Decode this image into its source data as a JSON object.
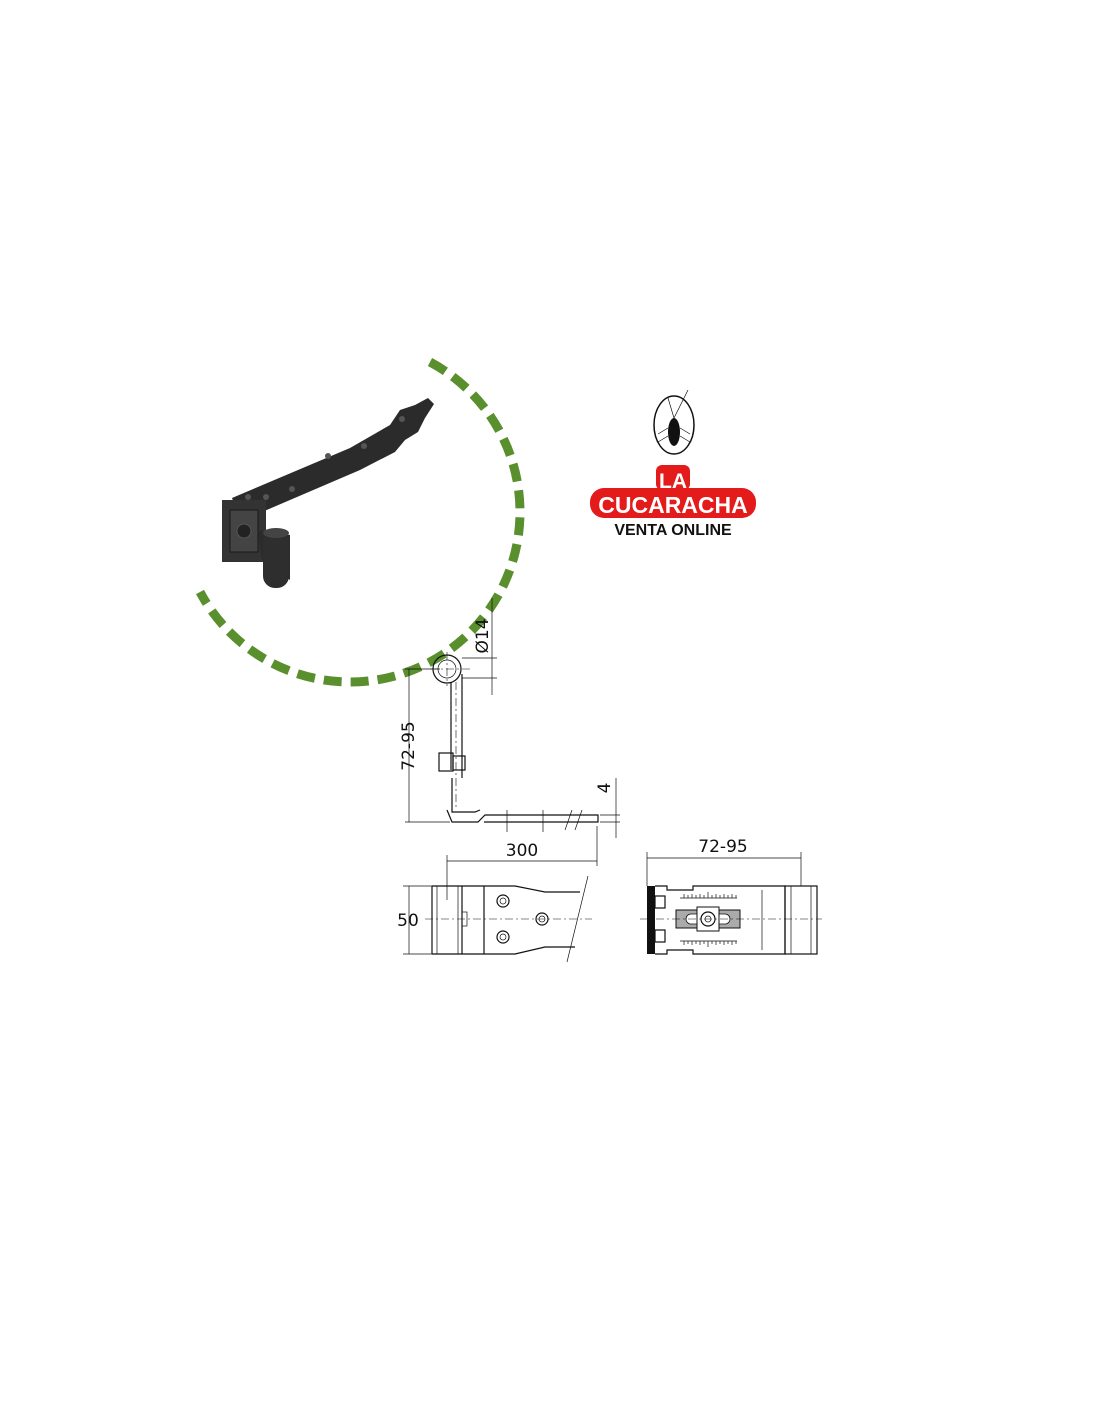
{
  "logo": {
    "line1": "LA",
    "line2": "CUCARACHA",
    "line3": "VENTA ONLINE",
    "accent_color": "#e31b1b"
  },
  "product_photo": {
    "frame_color": "#5a8f2e",
    "hinge_color": "#2b2b2b"
  },
  "dimensions": {
    "diameter": "Ø14",
    "height_side": "72-95",
    "thickness": "4",
    "length": "300",
    "width": "50",
    "adjust_range": "72-95"
  }
}
